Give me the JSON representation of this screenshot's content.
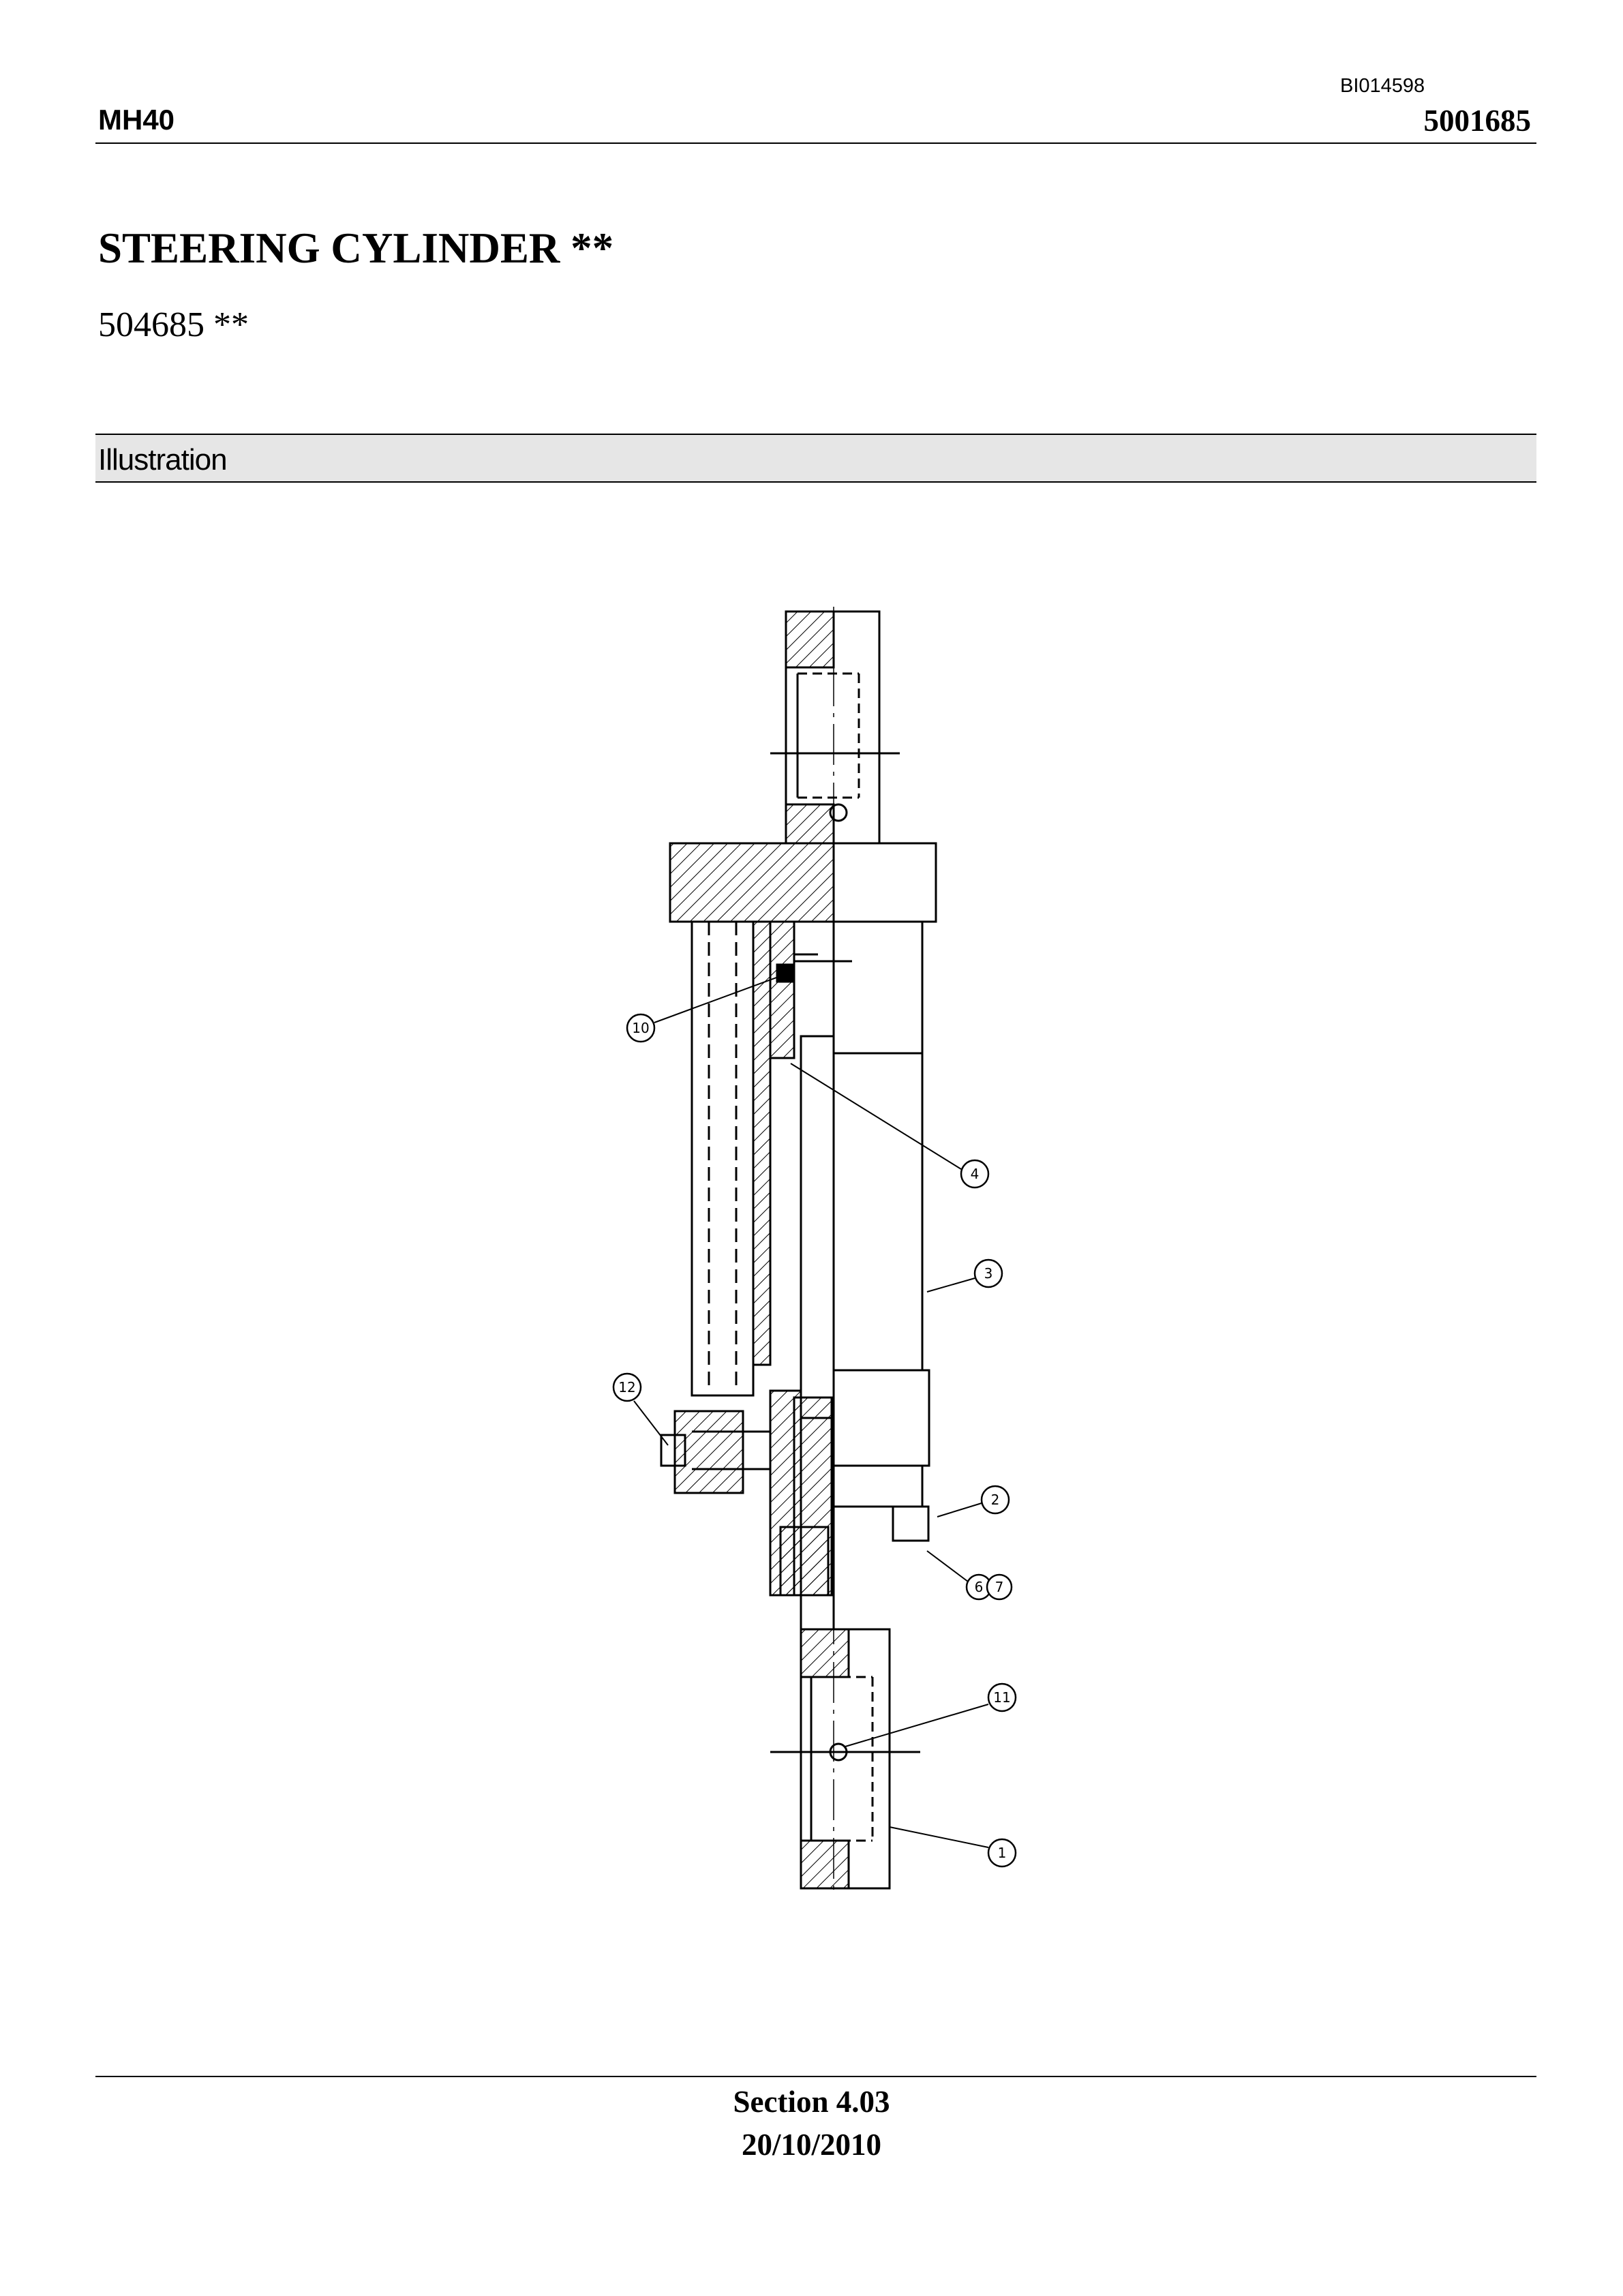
{
  "header": {
    "ref_code": "BI014598",
    "model": "MH40",
    "doc_number": "5001685"
  },
  "title": "STEERING CYLINDER **",
  "part_number": "504685 **",
  "section_heading": "Illustration",
  "figure": {
    "callouts": [
      "10",
      "4",
      "3",
      "12",
      "2",
      "6",
      "7",
      "11",
      "1"
    ],
    "icon": "steering-cylinder-drawing"
  },
  "footer": {
    "section": "Section 4.03",
    "date": "20/10/2010"
  }
}
